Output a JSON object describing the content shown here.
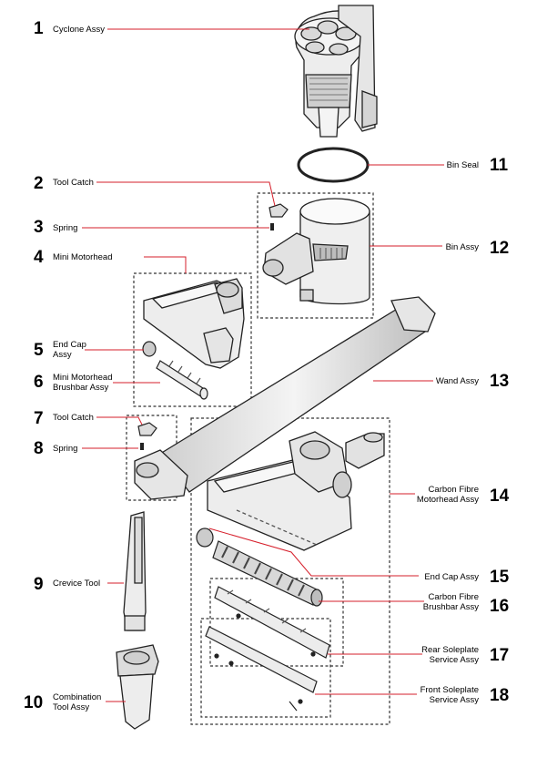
{
  "colors": {
    "leader": "#d61f2b",
    "outline": "#222222",
    "box": "#333333",
    "fill": "#ededed",
    "fill_dark": "#bdbdbd"
  },
  "parts": [
    {
      "number": "1",
      "label": [
        "Cyclone Assy"
      ]
    },
    {
      "number": "2",
      "label": [
        "Tool Catch"
      ]
    },
    {
      "number": "3",
      "label": [
        "Spring"
      ]
    },
    {
      "number": "4",
      "label": [
        "Mini Motorhead"
      ]
    },
    {
      "number": "5",
      "label": [
        "End Cap",
        "Assy"
      ]
    },
    {
      "number": "6",
      "label": [
        "Mini Motorhead",
        "Brushbar Assy"
      ]
    },
    {
      "number": "7",
      "label": [
        "Tool Catch"
      ]
    },
    {
      "number": "8",
      "label": [
        "Spring"
      ]
    },
    {
      "number": "9",
      "label": [
        "Crevice Tool"
      ]
    },
    {
      "number": "10",
      "label": [
        "Combination",
        "Tool Assy"
      ]
    },
    {
      "number": "11",
      "label": [
        "Bin Seal"
      ]
    },
    {
      "number": "12",
      "label": [
        "Bin Assy"
      ]
    },
    {
      "number": "13",
      "label": [
        "Wand Assy"
      ]
    },
    {
      "number": "14",
      "label": [
        "Carbon Fibre",
        "Motorhead Assy"
      ]
    },
    {
      "number": "15",
      "label": [
        "End Cap Assy"
      ]
    },
    {
      "number": "16",
      "label": [
        "Carbon Fibre",
        "Brushbar Assy"
      ]
    },
    {
      "number": "17",
      "label": [
        "Rear Soleplate",
        "Service Assy"
      ]
    },
    {
      "number": "18",
      "label": [
        "Front Soleplate",
        "Service Assy"
      ]
    }
  ]
}
